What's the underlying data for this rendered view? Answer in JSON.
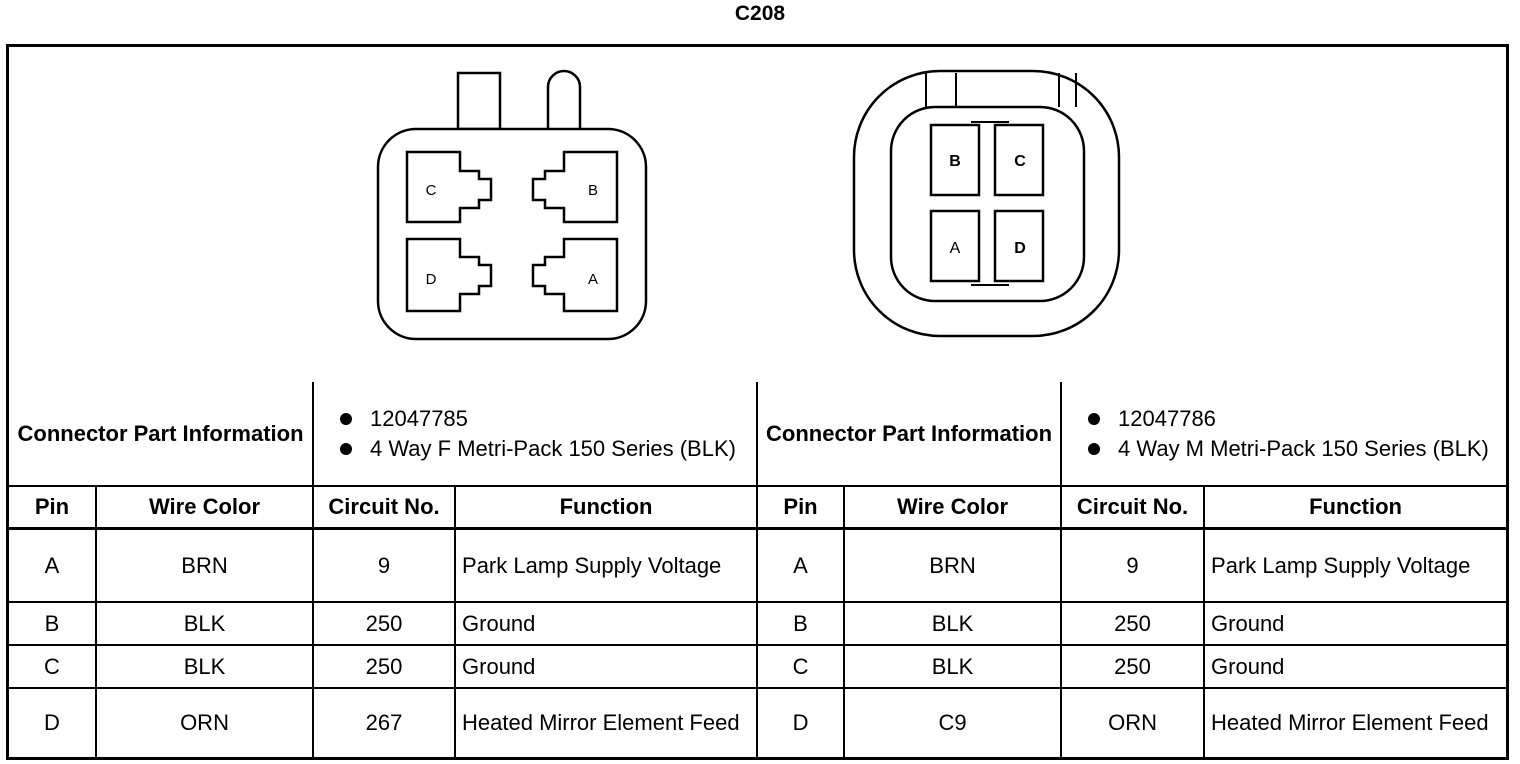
{
  "title": "C208",
  "pin_letters": {
    "a": "A",
    "b": "B",
    "c": "C",
    "d": "D"
  },
  "left": {
    "info_label": "Connector Part Information",
    "info_items": [
      "12047785",
      "4 Way F Metri-Pack 150 Series (BLK)"
    ],
    "headers": {
      "pin": "Pin",
      "wire": "Wire Color",
      "circuit": "Circuit No.",
      "function": "Function"
    },
    "rows": [
      {
        "pin": "A",
        "wire": "BRN",
        "circuit": "9",
        "function": "Park Lamp Supply Voltage"
      },
      {
        "pin": "B",
        "wire": "BLK",
        "circuit": "250",
        "function": "Ground"
      },
      {
        "pin": "C",
        "wire": "BLK",
        "circuit": "250",
        "function": "Ground"
      },
      {
        "pin": "D",
        "wire": "ORN",
        "circuit": "267",
        "function": "Heated Mirror Element Feed"
      }
    ]
  },
  "right": {
    "info_label": "Connector Part Information",
    "info_items": [
      "12047786",
      "4 Way M Metri-Pack 150 Series (BLK)"
    ],
    "headers": {
      "pin": "Pin",
      "wire": "Wire Color",
      "circuit": "Circuit No.",
      "function": "Function"
    },
    "rows": [
      {
        "pin": "A",
        "wire": "BRN",
        "circuit": "9",
        "function": "Park Lamp Supply Voltage"
      },
      {
        "pin": "B",
        "wire": "BLK",
        "circuit": "250",
        "function": "Ground"
      },
      {
        "pin": "C",
        "wire": "BLK",
        "circuit": "250",
        "function": "Ground"
      },
      {
        "pin": "D",
        "wire": "C9",
        "circuit": "ORN",
        "function": "Heated Mirror Element Feed"
      }
    ]
  }
}
